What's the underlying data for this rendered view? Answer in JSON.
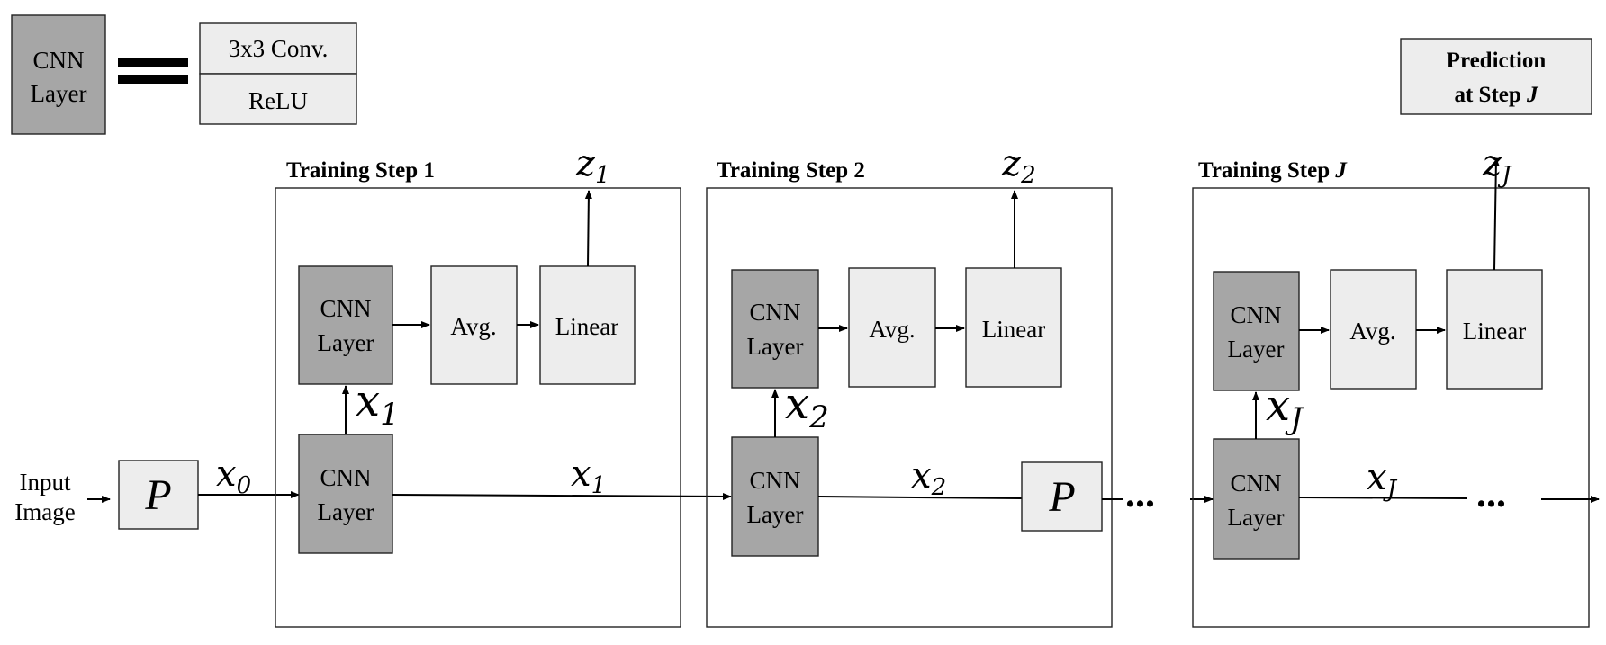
{
  "legend": {
    "cnn_layer_label_line1": "CNN",
    "cnn_layer_label_line2": "Layer",
    "conv_label": "3x3 Conv.",
    "relu_label": "ReLU"
  },
  "input_label_line1": "Input",
  "input_label_line2": "Image",
  "pool_label": "P",
  "x0_label": "x",
  "x0_sub": "0",
  "steps": [
    {
      "title": "Training Step 1",
      "cnn_line1": "CNN",
      "cnn_line2": "Layer",
      "avg_label": "Avg.",
      "linear_label": "Linear",
      "x_var": "x",
      "x_sub": "1",
      "z_var": "z",
      "z_sub": "1"
    },
    {
      "title": "Training Step 2",
      "cnn_line1": "CNN",
      "cnn_line2": "Layer",
      "avg_label": "Avg.",
      "linear_label": "Linear",
      "x_var": "x",
      "x_sub": "2",
      "z_var": "z",
      "z_sub": "2"
    },
    {
      "title": "Training Step ",
      "title_var": "J",
      "cnn_line1": "CNN",
      "cnn_line2": "Layer",
      "avg_label": "Avg.",
      "linear_label": "Linear",
      "x_var": "x",
      "x_sub": "J",
      "z_var": "z",
      "z_sub": "J"
    }
  ],
  "ellipsis": "...",
  "prediction_line1": "Prediction",
  "prediction_line2": "at Step ",
  "prediction_var": "J",
  "colors": {
    "dark_box": "#a6a6a6",
    "light_box": "#ededed",
    "stroke": "#222222"
  }
}
